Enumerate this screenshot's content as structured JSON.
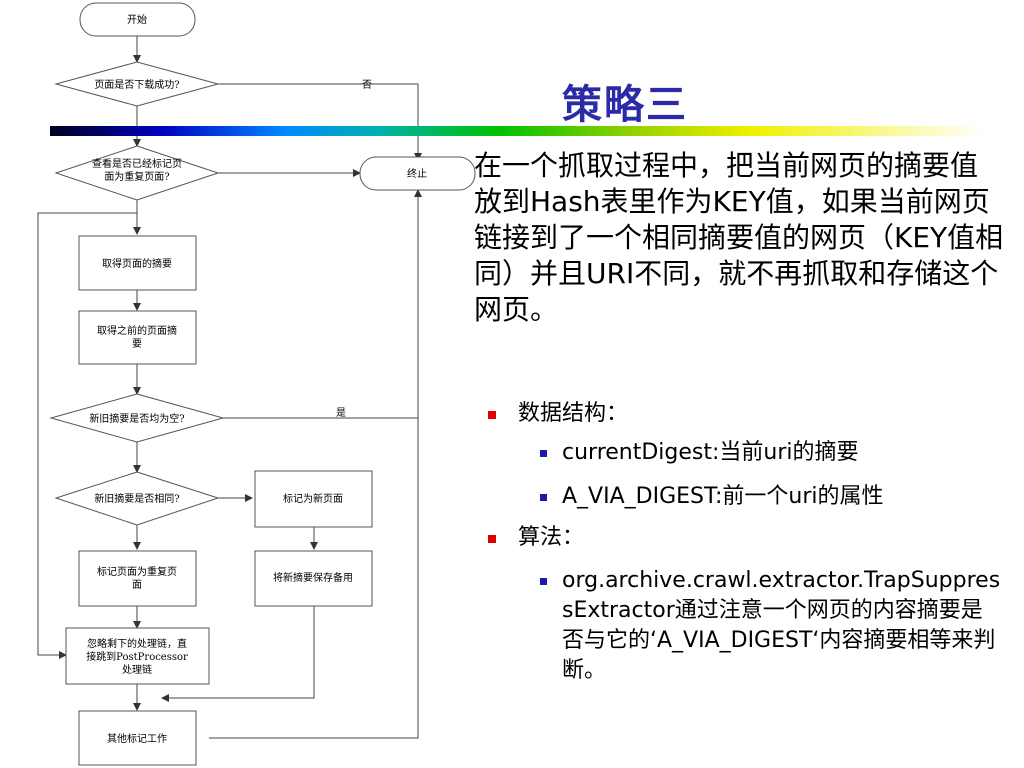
{
  "slide": {
    "title": "策略三",
    "body": "在一个抓取过程中，把当前网页的摘要值放到Hash表里作为KEY值，如果当前网页链接到了一个相同摘要值的网页（KEY值相同）并且URI不同，就不再抓取和存储这个网页。",
    "data_structure_label": "数据结构：",
    "data_structure_items": [
      "currentDigest:当前uri的摘要",
      "A_VIA_DIGEST:前一个uri的属性"
    ],
    "algorithm_label": "算法：",
    "algorithm_item": "org.archive.crawl.extractor.TrapSuppressExtractor通过注意一个网页的内容摘要是否与它的‘A_VIA_DIGEST‘内容摘要相等来判断。"
  },
  "flowchart": {
    "start": "开始",
    "q_download": "页面是否下载成功?",
    "label_no": "否",
    "q_marked_line1": "查看是否已经标记页",
    "q_marked_line2": "面为重复页面?",
    "end": "终止",
    "get_digest": "取得页面的摘要",
    "get_prev_line1": "取得之前的页面摘",
    "get_prev_line2": "要",
    "q_empty": "新旧摘要是否均为空?",
    "label_yes": "是",
    "q_same": "新旧摘要是否相同?",
    "mark_new": "标记为新页面",
    "mark_dup_line1": "标记页面为重复页",
    "mark_dup_line2": "面",
    "save_digest": "将新摘要保存备用",
    "skip_line1": "忽略剩下的处理链，直",
    "skip_line2": "接跳到PostProcessor",
    "skip_line3": "处理链",
    "other_work": "其他标记工作"
  }
}
